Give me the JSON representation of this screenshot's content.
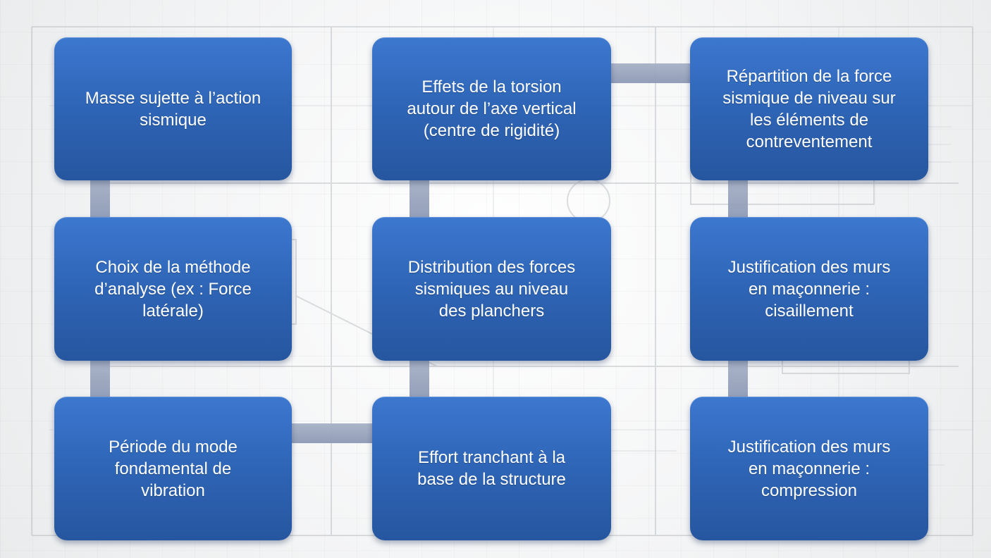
{
  "diagram": {
    "nodes": [
      {
        "id": "masse",
        "label": "Masse sujette à l’action\nsismique"
      },
      {
        "id": "choix",
        "label": "Choix de la méthode\nd’analyse (ex :  Force\nlatérale)"
      },
      {
        "id": "periode",
        "label": "Période du mode\nfondamental de\nvibration"
      },
      {
        "id": "effort",
        "label": "Effort tranchant à la\nbase de la structure"
      },
      {
        "id": "distribution",
        "label": "Distribution des forces\nsismiques  au niveau\ndes planchers"
      },
      {
        "id": "torsion",
        "label": "Effets de la torsion\nautour de l’axe vertical\n(centre de rigidité)"
      },
      {
        "id": "repartition",
        "label": "Répartition de la force\nsismique de niveau sur\nles éléments de\ncontreventement"
      },
      {
        "id": "cisaillement",
        "label": "Justification des murs\nen maçonnerie  :\ncisaillement"
      },
      {
        "id": "compression",
        "label": "Justification des murs\nen maçonnerie :\ncompression"
      }
    ],
    "flow": [
      "masse",
      "choix",
      "periode",
      "effort",
      "distribution",
      "torsion",
      "repartition",
      "cisaillement",
      "compression"
    ]
  },
  "colors": {
    "node_top": "#3d78cf",
    "node_bottom": "#26569f",
    "connector": "#98a4bd",
    "node_text": "#ffffff"
  }
}
